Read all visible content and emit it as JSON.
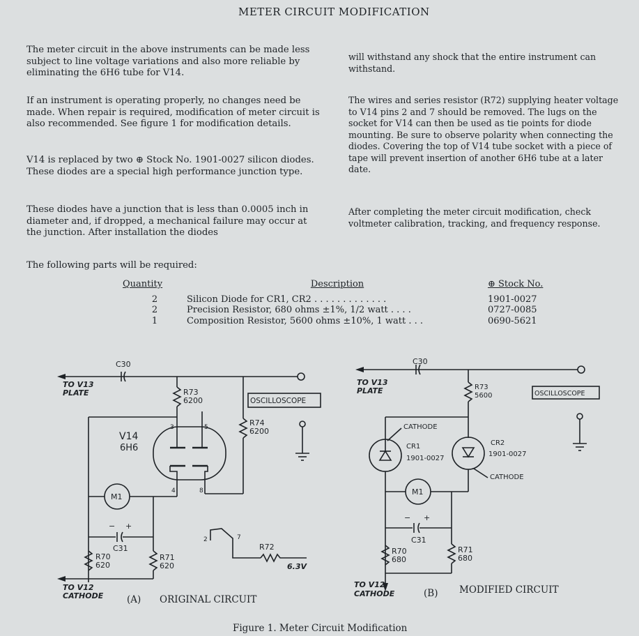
{
  "title": "METER CIRCUIT MODIFICATION",
  "paragraphs_left": [
    "The meter circuit in the above instruments can be made less subject to line voltage variations and also more reliable by eliminating the 6H6 tube for V14.",
    "If an instrument is operating properly, no changes need be made. When repair is required, modification of meter circuit is also recommended. See figure 1 for modification details.",
    "V14 is replaced by two ⊕ Stock No. 1901-0027 silicon diodes. These diodes are a special high performance junction type.",
    "These diodes have a junction that is less than 0.0005 inch in diameter and, if dropped, a mechanical failure may occur at the junction. After installation the diodes"
  ],
  "paragraphs_right": [
    "will withstand any shock that the entire instrument can withstand.",
    "The wires and series resistor (R72) supplying heater voltage to V14 pins 2 and 7 should be removed. The lugs on the socket for V14 can then be used as tie points for diode mounting. Be sure to observe polarity when connecting the diodes. Covering the top of V14 tube socket with a piece of tape will prevent insertion of another 6H6 tube at a later date.",
    "After completing the meter circuit modification, check voltmeter calibration, tracking, and frequency response."
  ],
  "parts_intro": "The following parts will be required:",
  "parts_table": {
    "headers": {
      "quantity": "Quantity",
      "description": "Description",
      "stock": "⊕ Stock No."
    },
    "rows": [
      {
        "quantity": "2",
        "description": "Silicon Diode for CR1, CR2 . . . . . . . . . . . . .",
        "stock": "1901-0027"
      },
      {
        "quantity": "2",
        "description": "Precision Resistor, 680 ohms ±1%, 1/2 watt . . . .",
        "stock": "0727-0085"
      },
      {
        "quantity": "1",
        "description": "Composition Resistor, 5600 ohms ±10%, 1 watt . . .",
        "stock": "0690-5621"
      }
    ]
  },
  "circuit_a": {
    "caption_letter": "(A)",
    "caption": "ORIGINAL CIRCUIT",
    "c30": "C30",
    "to_v13": "TO V13",
    "plate": "PLATE",
    "r73": "R73",
    "r73_val": "6200",
    "oscilloscope": "OSCILLOSCOPE",
    "r74": "R74",
    "r74_val": "6200",
    "v14": "V14",
    "v14_type": "6H6",
    "pin3": "3",
    "pin5": "5",
    "pin4": "4",
    "pin8": "8",
    "m1": "M1",
    "c31": "C31",
    "r70": "R70",
    "r70_val": "620",
    "r71": "R71",
    "r71_val": "620",
    "pin2": "2",
    "pin7": "7",
    "r72": "R72",
    "heater_v": "6.3V",
    "to_v12": "TO V12",
    "cathode": "CATHODE"
  },
  "circuit_b": {
    "caption_letter": "(B)",
    "caption": "MODIFIED CIRCUIT",
    "c30": "C30",
    "to_v13": "TO V13",
    "plate": "PLATE",
    "r73": "R73",
    "r73_val": "5600",
    "oscilloscope": "OSCILLOSCOPE",
    "cathode_top": "CATHODE",
    "cr1": "CR1",
    "cr1_val": "1901-0027",
    "cr2": "CR2",
    "cr2_val": "1901-0027",
    "cathode_bottom": "CATHODE",
    "m1": "M1",
    "c31": "C31",
    "r70": "R70",
    "r70_val": "680",
    "r71": "R71",
    "r71_val": "680",
    "to_v12": "TO V12",
    "cathode": "CATHODE"
  },
  "figure_caption": "Figure 1.  Meter Circuit Modification"
}
